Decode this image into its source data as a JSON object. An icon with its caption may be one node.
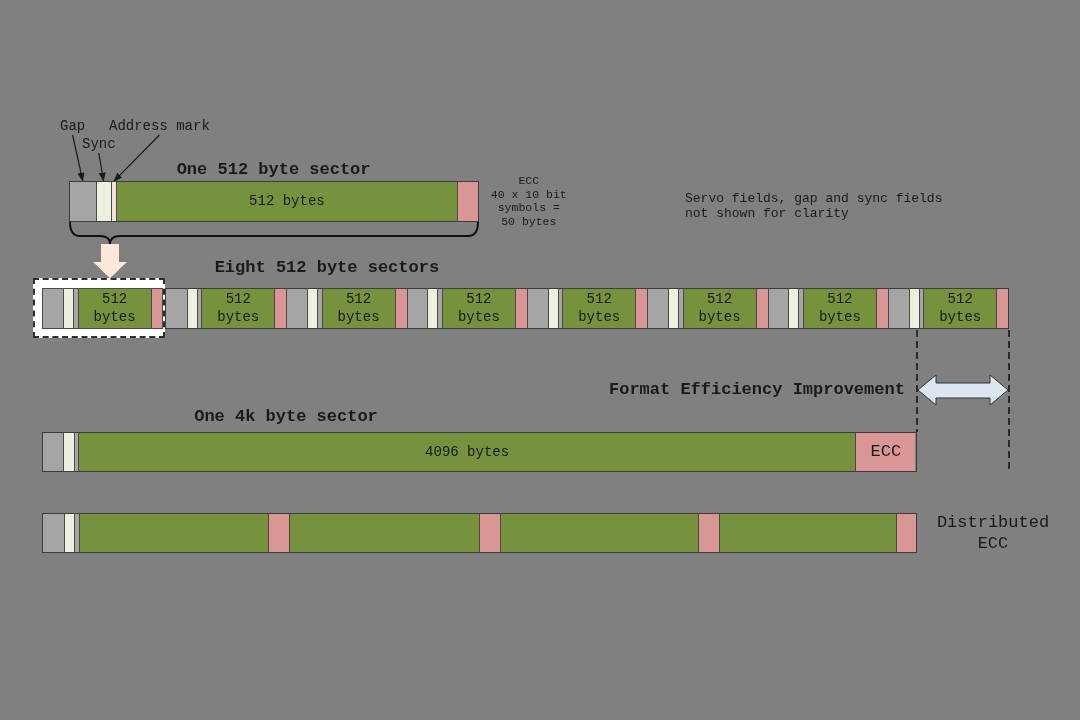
{
  "diagram": {
    "nodes": [
      {
        "text": [
          "Gap"
        ]
      },
      {
        "text": [
          "Sync"
        ]
      },
      {
        "text": [
          "Address mark"
        ]
      },
      {
        "text": [
          "One 512 byte sector"
        ]
      },
      {
        "text": [],
        "shape": "bar",
        "in": 3
      },
      {
        "text": [],
        "shape": "bar",
        "in": 3
      },
      {
        "text": [],
        "shape": "bar",
        "in": 3
      },
      {
        "text": [
          "512 bytes"
        ],
        "in": 3
      },
      {
        "text": [],
        "shape": "bar",
        "in": 3,
        "beside": [
          "ECC",
          "40 x 10 bit symbols = 50 bytes"
        ]
      },
      {
        "text": [],
        "shape": "bracket"
      },
      {
        "text": [],
        "shape": "box"
      },
      {
        "text": [
          "Eight 512 byte sectors"
        ]
      },
      {
        "text": [],
        "shape": "bar",
        "in": 10
      },
      {
        "text": [],
        "shape": "bar",
        "in": 10
      },
      {
        "text": [],
        "shape": "bar",
        "in": 10
      },
      {
        "text": [
          "512 bytes"
        ],
        "in": 10
      },
      {
        "text": [],
        "shape": "bar",
        "in": 10
      },
      {
        "text": [],
        "shape": "bar",
        "in": 11
      },
      {
        "text": [],
        "shape": "bar",
        "in": 11
      },
      {
        "text": [],
        "shape": "bar",
        "in": 11
      },
      {
        "text": [
          "512 bytes"
        ],
        "in": 11
      },
      {
        "text": [],
        "shape": "bar",
        "in": 11
      },
      {
        "text": [],
        "shape": "bar",
        "in": 11
      },
      {
        "text": [],
        "shape": "bar",
        "in": 11
      },
      {
        "text": [],
        "shape": "bar",
        "in": 11
      },
      {
        "text": [
          "512 bytes"
        ],
        "in": 11
      },
      {
        "text": [],
        "shape": "bar",
        "in": 11
      },
      {
        "text": [],
        "shape": "bar",
        "in": 11
      },
      {
        "text": [],
        "shape": "bar",
        "in": 11
      },
      {
        "text": [],
        "shape": "bar",
        "in": 11
      },
      {
        "text": [
          "512 bytes"
        ],
        "in": 11
      },
      {
        "text": [],
        "shape": "bar",
        "in": 11
      },
      {
        "text": [],
        "shape": "bar",
        "in": 11
      },
      {
        "text": [],
        "shape": "bar",
        "in": 11
      },
      {
        "text": [],
        "shape": "bar",
        "in": 11
      },
      {
        "text": [
          "512 bytes"
        ],
        "in": 11
      },
      {
        "text": [],
        "shape": "bar",
        "in": 11
      },
      {
        "text": [],
        "shape": "bar",
        "in": 11
      },
      {
        "text": [],
        "shape": "bar",
        "in": 11
      },
      {
        "text": [],
        "shape": "bar",
        "in": 11
      },
      {
        "text": [
          "512 bytes"
        ],
        "in": 11
      },
      {
        "text": [],
        "shape": "bar",
        "in": 11
      },
      {
        "text": [],
        "shape": "bar",
        "in": 11
      },
      {
        "text": [],
        "shape": "bar",
        "in": 11
      },
      {
        "text": [],
        "shape": "bar",
        "in": 11
      },
      {
        "text": [
          "512 bytes"
        ],
        "in": 11
      },
      {
        "text": [],
        "shape": "bar",
        "in": 11
      },
      {
        "text": [],
        "shape": "bar",
        "in": 11
      },
      {
        "text": [],
        "shape": "bar",
        "in": 11
      },
      {
        "text": [],
        "shape": "bar",
        "in": 11
      },
      {
        "text": [
          "512 bytes"
        ],
        "in": 11
      },
      {
        "text": [],
        "shape": "bar",
        "in": 11
      },
      {
        "text": [
          "One 4k byte sector"
        ]
      },
      {
        "text": [],
        "shape": "bar",
        "in": 52
      },
      {
        "text": [],
        "shape": "bar",
        "in": 52
      },
      {
        "text": [],
        "shape": "bar",
        "in": 52
      },
      {
        "text": [
          "4096 bytes"
        ],
        "in": 52
      },
      {
        "text": [
          "ECC"
        ],
        "in": 52
      },
      {
        "text": [
          "Distributed ECC"
        ]
      },
      {
        "text": [],
        "shape": "bar",
        "in": 58
      },
      {
        "text": [],
        "shape": "bar",
        "in": 58
      },
      {
        "text": [],
        "shape": "bar",
        "in": 58
      },
      {
        "text": [],
        "shape": "bar",
        "in": 58
      },
      {
        "text": [],
        "shape": "bar",
        "in": 58
      },
      {
        "text": [],
        "shape": "bar",
        "in": 58
      },
      {
        "text": [],
        "shape": "bar",
        "in": 58
      },
      {
        "text": [],
        "shape": "bar",
        "in": 58
      },
      {
        "text": [],
        "shape": "bar",
        "in": 58
      },
      {
        "text": [],
        "shape": "bar",
        "in": 58
      },
      {
        "text": [],
        "shape": "bar",
        "in": 58
      }
    ],
    "edges": [
      {
        "from": 0,
        "to": 4,
        "arrow": "to"
      },
      {
        "from": 1,
        "to": 5,
        "arrow": "to"
      },
      {
        "from": 2,
        "to": 6,
        "arrow": "to"
      },
      {
        "from": 9,
        "to": 10,
        "arrow": "to",
        "style": "thick",
        "color": "#fde9d9"
      }
    ],
    "labels": [
      "Servo fields, gap and sync fields not shown for clarity",
      "Format Efficiency Improvement"
    ]
  }
}
